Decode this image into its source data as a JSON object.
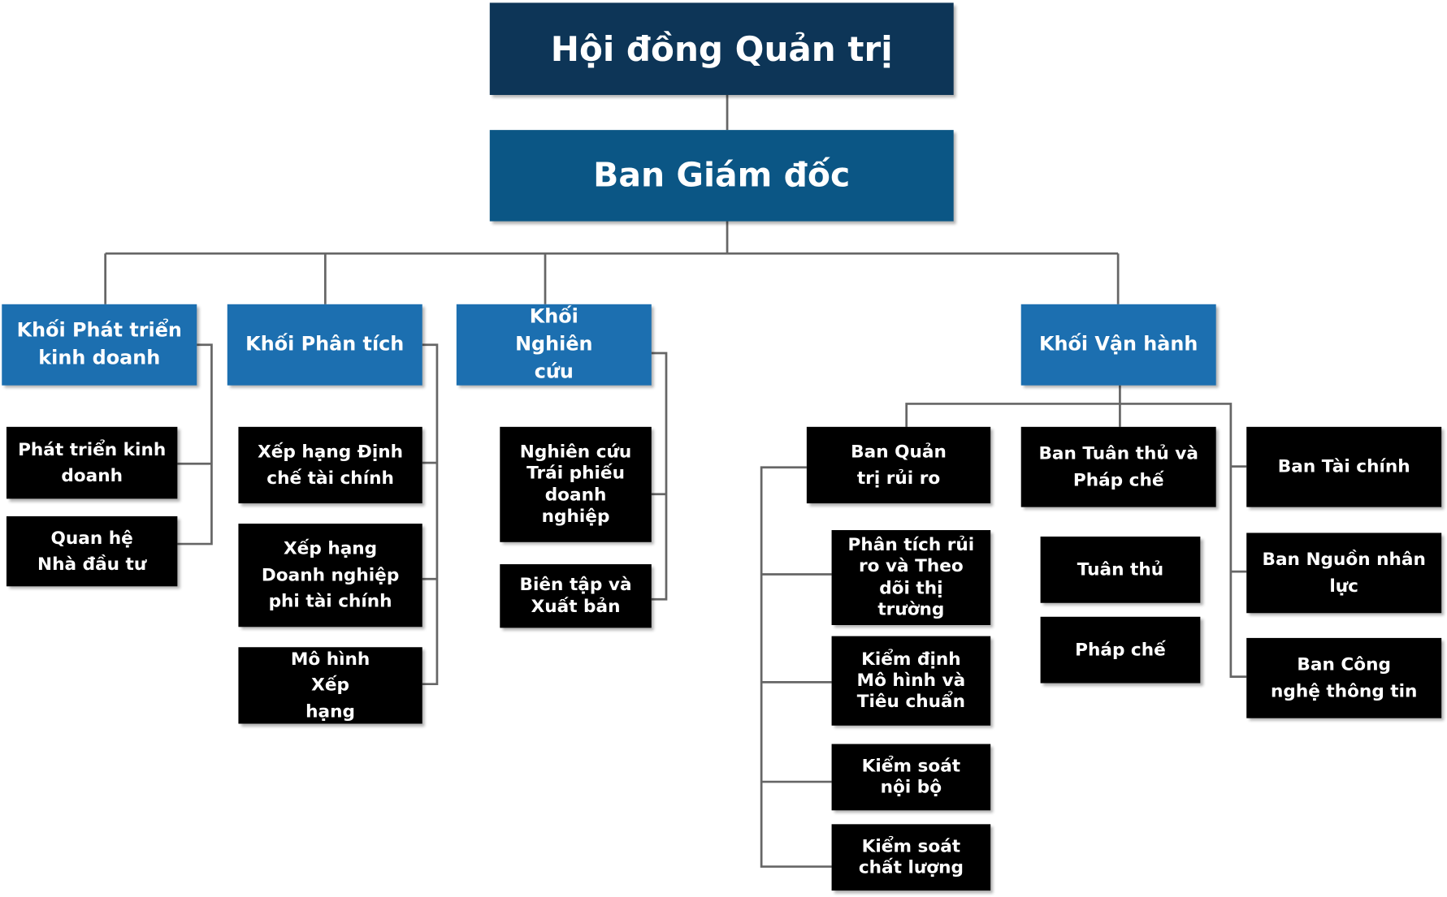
{
  "colors": {
    "board": "#0d3557",
    "executive": "#0b5685",
    "division": "#1c6fb0",
    "unit": "#000000",
    "connector": "#666666",
    "text": "#ffffff"
  },
  "board": "Hội đồng Quản trị",
  "executive": "Ban Giám đốc",
  "divisions": {
    "business_development": {
      "title": "Khối Phát triển kinh doanh",
      "units": [
        "Phát triển kinh doanh",
        "Quan hệ Nhà đầu tư"
      ]
    },
    "analysis": {
      "title": "Khối Phân tích",
      "units": [
        "Xếp hạng Định chế tài chính",
        "Xếp hạng Doanh nghiệp phi tài chính",
        "Mô hình Xếp hạng"
      ]
    },
    "research": {
      "title": "Khối Nghiên cứu",
      "units": [
        "Nghiên cứu Trái phiếu doanh nghiệp",
        "Biên tập và Xuất bản"
      ]
    },
    "operations": {
      "title": "Khối Vận hành",
      "risk": {
        "title": "Ban Quản trị rủi ro",
        "units": [
          "Phân tích rủi ro và Theo dõi thị trường",
          "Kiểm định Mô hình và Tiêu chuẩn",
          "Kiểm soát nội bộ",
          "Kiểm soát chất lượng"
        ]
      },
      "compliance": {
        "title": "Ban Tuân thủ và Pháp chế",
        "units": [
          "Tuân thủ",
          "Pháp chế"
        ]
      },
      "departments": [
        "Ban Tài chính",
        "Ban Nguồn nhân lực",
        "Ban Công nghệ thông tin"
      ]
    }
  }
}
